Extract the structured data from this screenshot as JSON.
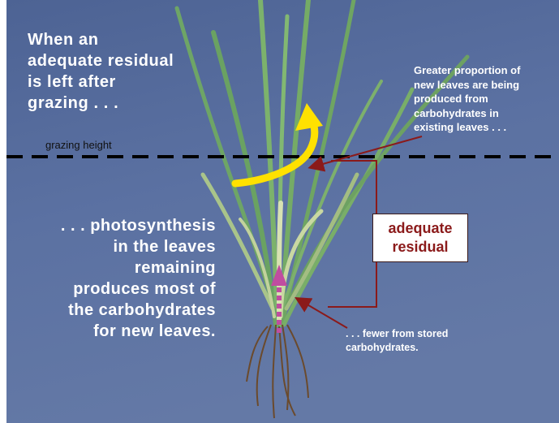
{
  "diagram": {
    "top_left_text": [
      "When an",
      "adequate residual",
      "is left after",
      "grazing . . ."
    ],
    "bottom_left_text": [
      ". . . photosynthesis",
      "in the leaves",
      "remaining",
      "produces  most of",
      "the carbohydrates",
      "for new leaves."
    ],
    "top_right_text": [
      "Greater proportion of",
      "new leaves are being",
      "produced from",
      "carbohydrates in",
      "existing leaves . . ."
    ],
    "grazing_height_label": "grazing height",
    "residual_box": [
      "adequate",
      "residual"
    ],
    "stored_text": [
      ". . . fewer from stored",
      "carbohydrates."
    ],
    "colors": {
      "background": "#5a6f9e",
      "text": "#ffffff",
      "dashed_line": "#000000",
      "arrow_curved": "#ffe100",
      "arrow_pointer": "#8b1a1a",
      "arrow_dotted": "#c04da0",
      "box_text": "#8b1a1a"
    }
  }
}
